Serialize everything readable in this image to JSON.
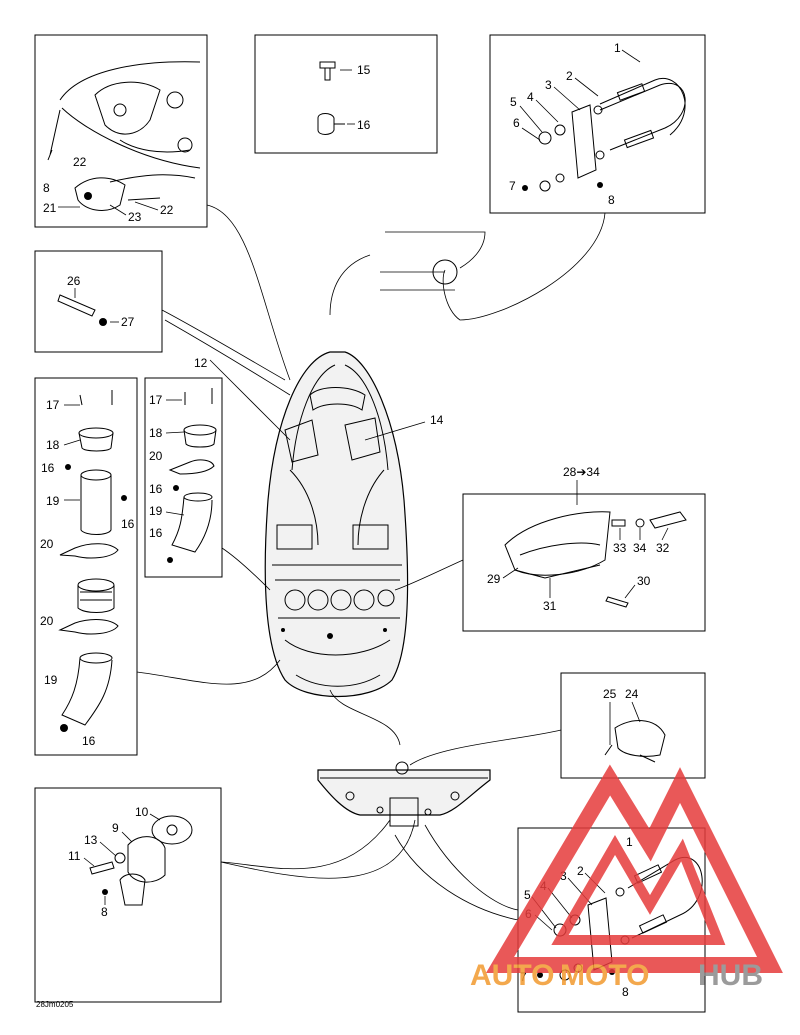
{
  "drawing_code": "28Jm0205",
  "watermark": {
    "word_auto": "AUTO",
    "word_moto": "MOTO",
    "word_hub": "HUB",
    "color_red": "#e63b3b",
    "color_orange": "#f29a2e",
    "color_gray": "#8a8a8a"
  },
  "callouts": {
    "top_right": [
      "1",
      "2",
      "3",
      "4",
      "5",
      "6",
      "7",
      "8"
    ],
    "top_center": [
      "15",
      "16"
    ],
    "top_left": [
      "22",
      "8",
      "21",
      "23",
      "22"
    ],
    "mid_left_small": [
      "26",
      "27"
    ],
    "main": [
      "12",
      "14"
    ],
    "left_tall": [
      "17",
      "18",
      "16",
      "19",
      "16",
      "20",
      "20",
      "19",
      "16"
    ],
    "left_inner": [
      "17",
      "18",
      "20",
      "16",
      "19",
      "16"
    ],
    "right_mid": [
      "28➔34",
      "33",
      "34",
      "32",
      "29",
      "30",
      "31"
    ],
    "right_lower": [
      "25",
      "24"
    ],
    "bottom_left": [
      "10",
      "13",
      "9",
      "11",
      "8"
    ],
    "bottom_right": [
      "1",
      "2",
      "3",
      "4",
      "5",
      "6",
      "7",
      "8"
    ]
  }
}
